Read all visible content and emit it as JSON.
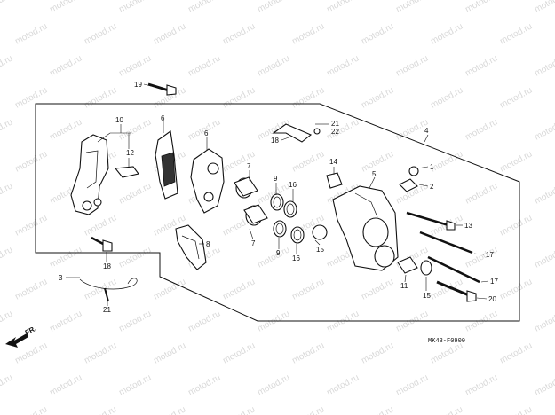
{
  "watermark": "motod.ru",
  "diagram_code": "MK43-F0900",
  "direction_label": "FR.",
  "callouts": {
    "c1": "1",
    "c2": "2",
    "c3": "3",
    "c4": "4",
    "c5": "5",
    "c6a": "6",
    "c6b": "6",
    "c7a": "7",
    "c7b": "7",
    "c8": "8",
    "c9a": "9",
    "c9b": "9",
    "c10": "10",
    "c11": "11",
    "c12": "12",
    "c13": "13",
    "c14": "14",
    "c15a": "15",
    "c15b": "15",
    "c16a": "16",
    "c16b": "16",
    "c17a": "17",
    "c17b": "17",
    "c18a": "18",
    "c18b": "18",
    "c19": "19",
    "c20": "20",
    "c21a": "21",
    "c21b": "21",
    "c22": "22"
  }
}
